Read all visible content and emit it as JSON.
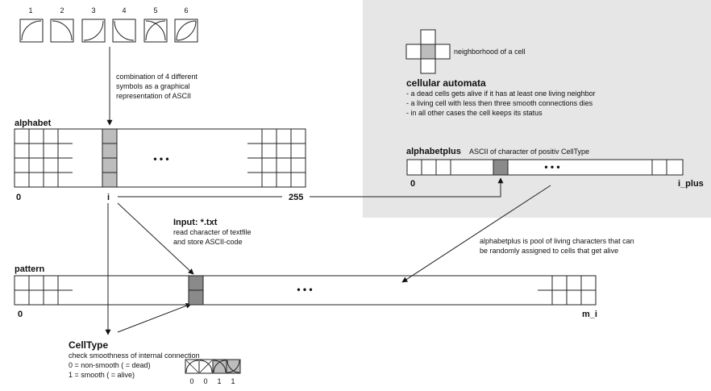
{
  "symbols": {
    "numbers": [
      "1",
      "2",
      "3",
      "4",
      "5",
      "6"
    ]
  },
  "combination_note": [
    "combination of 4 different",
    "symbols as a graphical",
    "representation of ASCII"
  ],
  "alphabet": {
    "title": "alphabet",
    "index_start": "0",
    "index_mid": "i",
    "index_end": "255",
    "ellipsis": "• • •"
  },
  "gray_panel": {
    "neighborhood_label": "neighborhood of a cell",
    "ca_title": "cellular automata",
    "rules": [
      "- a dead cells gets alive if it has at least one living neighbor",
      "- a living cell with less then three smooth connections dies",
      "- in all other cases the cell keeps its status"
    ],
    "alphabetplus_title": "alphabetplus",
    "alphabetplus_desc": "ASCII of character of positiv CellType",
    "index_start": "0",
    "index_end": "i_plus",
    "ellipsis": "• • •"
  },
  "input": {
    "title": "Input: *.txt",
    "lines": [
      "read character of textfile",
      "and store ASCII-code"
    ]
  },
  "pool_note": [
    "alphabetplus is pool of living characters that can",
    "be randomly assigned to cells that get alive"
  ],
  "pattern": {
    "title": "pattern",
    "index_start": "0",
    "index_end": "m_i",
    "ellipsis": "• • •"
  },
  "celltype": {
    "title": "CellType",
    "subtitle": "check smoothness of internal connection",
    "line0": "0 = non-smooth ( = dead)",
    "line1": "1 = smooth ( = alive)",
    "bits": [
      "0",
      "0",
      "1",
      "1"
    ]
  },
  "colors": {
    "panel": "#e6e6e6",
    "highlight": "#bdbdbd",
    "highlight_dark": "#8a8a8a",
    "line": "#222222"
  }
}
